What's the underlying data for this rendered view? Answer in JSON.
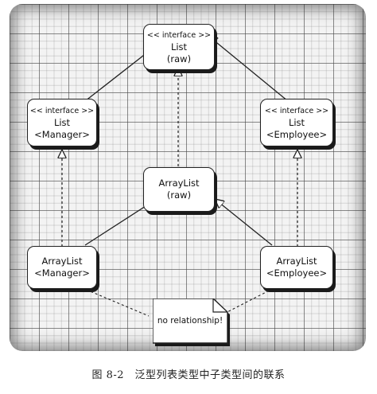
{
  "nodes": {
    "list_raw": {
      "stereotype": "<< interface >>",
      "name": "List",
      "param": "(raw)"
    },
    "list_manager": {
      "stereotype": "<< interface >>",
      "name": "List",
      "param": "<Manager>"
    },
    "list_employee": {
      "stereotype": "<< interface >>",
      "name": "List",
      "param": "<Employee>"
    },
    "arraylist_raw": {
      "name": "ArrayList",
      "param": "(raw)"
    },
    "arraylist_manager": {
      "name": "ArrayList",
      "param": "<Manager>"
    },
    "arraylist_employee": {
      "name": "ArrayList",
      "param": "<Employee>"
    }
  },
  "note": {
    "text": "no relationship!"
  },
  "caption": {
    "text": "图 8-2　泛型列表类型中子类型间的联系"
  },
  "colors": {
    "line": "#222222",
    "grid": "#4a4a4a",
    "background": "#f3f3f3"
  }
}
